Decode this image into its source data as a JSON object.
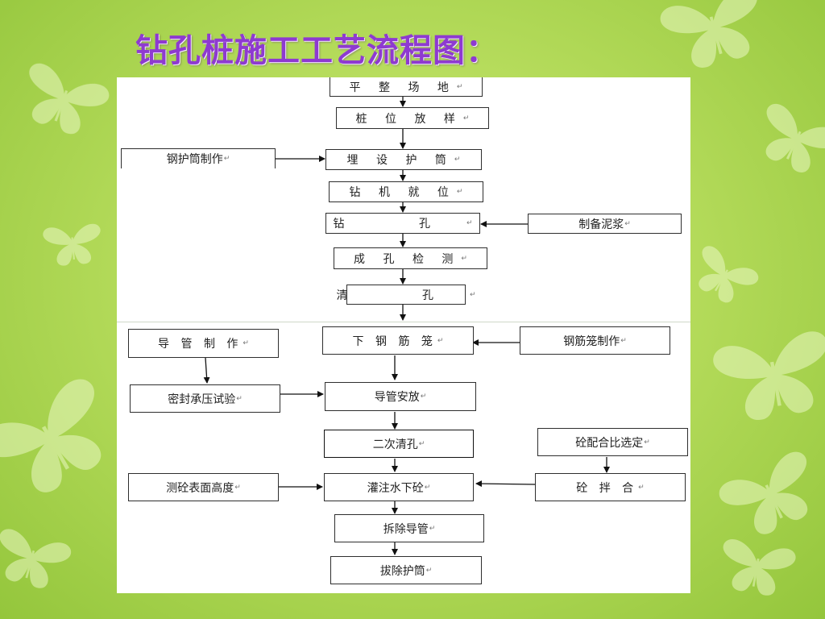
{
  "slide": {
    "title": "钻孔桩施工工艺流程图：",
    "colors": {
      "title": "#8e3ad0",
      "background": "#b6dc5c",
      "panel": "#ffffff"
    }
  },
  "flowchart": {
    "paragraph_mark": "↵",
    "boxes": {
      "leveling": "平 整 场 地",
      "pile_layout": "桩 位 放 样",
      "casing_fabrication": "钢护筒制作",
      "bury_casing": "埋 设 护 筒",
      "rig_in_place": "钻 机 就 位",
      "drilling": "钻 孔",
      "mud_preparation": "制备泥浆",
      "hole_inspection": "成 孔 检 测",
      "hole_cleaning": "清 孔",
      "conduit_fabrication": "导 管 制 作",
      "lower_cage": "下 钢 筋 笼",
      "cage_fabrication": "钢筋笼制作",
      "seal_pressure_test": "密封承压试验",
      "conduit_placement": "导管安放",
      "secondary_cleaning": "二次清孔",
      "mix_ratio_selection": "砼配合比选定",
      "measure_concrete_surface": "测砼表面高度",
      "underwater_concrete": "灌注水下砼",
      "concrete_mixing": "砼 拌 合",
      "remove_conduit": "拆除导管",
      "pull_casing": "拔除护筒"
    }
  }
}
